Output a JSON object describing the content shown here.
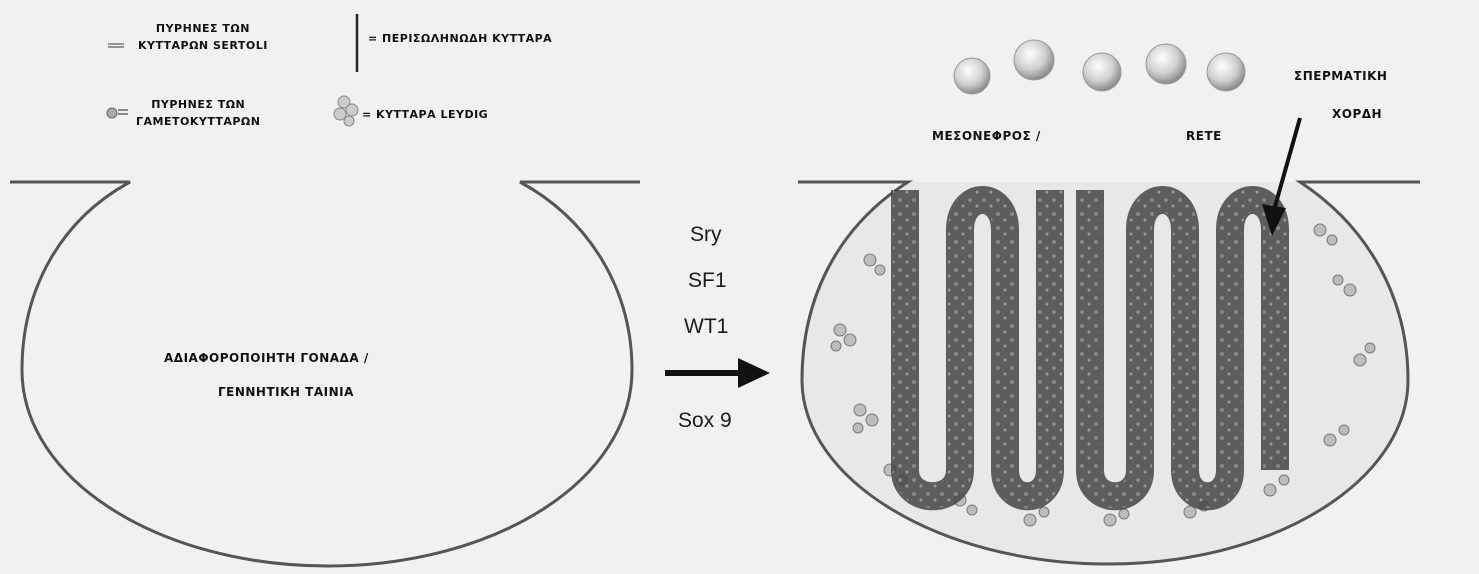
{
  "legend": {
    "sertoli_nuclei": "ΠΥΡΗΝΕΣ ΤΩΝ\nΚΥΤΤΑΡΩΝ SERTOLI",
    "peritubular_cells": "= ΠΕΡΙΣΩΛΗΝΩΔΗ ΚΥΤΤΑΡΑ",
    "germ_cell_nuclei": "ΠΥΡΗΝΕΣ ΤΩΝ\nΓΑΜΕΤΟΚΥΤΤΑΡΩΝ",
    "leydig_cells": "= ΚΥΤΤΑΡΑ LEYDIG"
  },
  "left_gonad": {
    "label_line1": "ΑΔΙΑΦΟΡΟΠΟΙΗΤΗ ΓΟΝΑΔΑ /",
    "label_line2": "ΓΕΝΝΗΤΙΚΗ ΤΑΙΝΙΑ"
  },
  "genes": {
    "sry": "Sry",
    "sf1": "SF1",
    "wt1": "WT1",
    "sox9": "Sox 9"
  },
  "right_gonad": {
    "mesonephros_label": "ΜΕΣΟΝΕΦΡΟΣ /",
    "rete_label": "RETE",
    "spermatic_cord_line1": "ΣΠΕΡΜΑΤΙΚΗ",
    "spermatic_cord_line2": "ΧΟΡΔΗ"
  }
}
